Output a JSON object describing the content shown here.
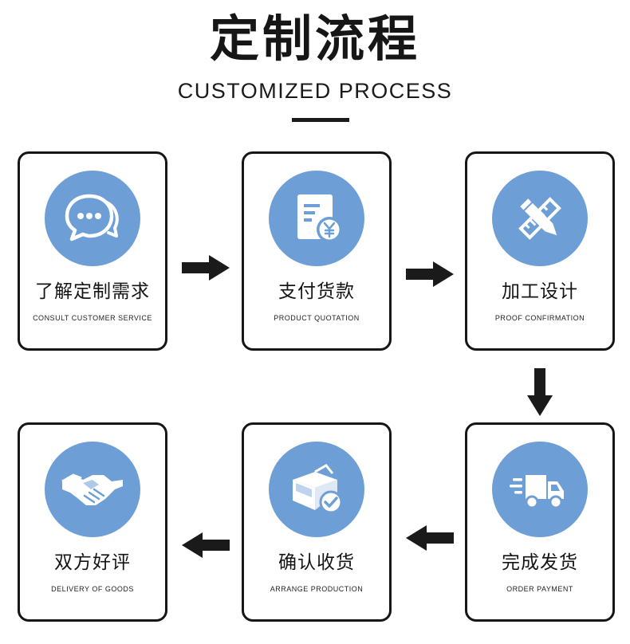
{
  "header": {
    "title": "定制流程",
    "subtitle": "CUSTOMIZED PROCESS"
  },
  "steps": [
    {
      "label": "了解定制需求",
      "sublabel": "CONSULT CUSTOMER SERVICE",
      "icon": "chat-bubbles-icon"
    },
    {
      "label": "支付货款",
      "sublabel": "PRODUCT QUOTATION",
      "icon": "invoice-yuan-icon"
    },
    {
      "label": "加工设计",
      "sublabel": "PROOF CONFIRMATION",
      "icon": "pencil-ruler-icon"
    },
    {
      "label": "完成发货",
      "sublabel": "ORDER PAYMENT",
      "icon": "delivery-truck-icon"
    },
    {
      "label": "确认收货",
      "sublabel": "ARRANGE PRODUCTION",
      "icon": "box-check-icon"
    },
    {
      "label": "双方好评",
      "sublabel": "DELIVERY OF GOODS",
      "icon": "handshake-icon"
    }
  ],
  "colors": {
    "accent": "#6d9fd6",
    "border": "#161616",
    "arrow": "#1a1a1a"
  }
}
